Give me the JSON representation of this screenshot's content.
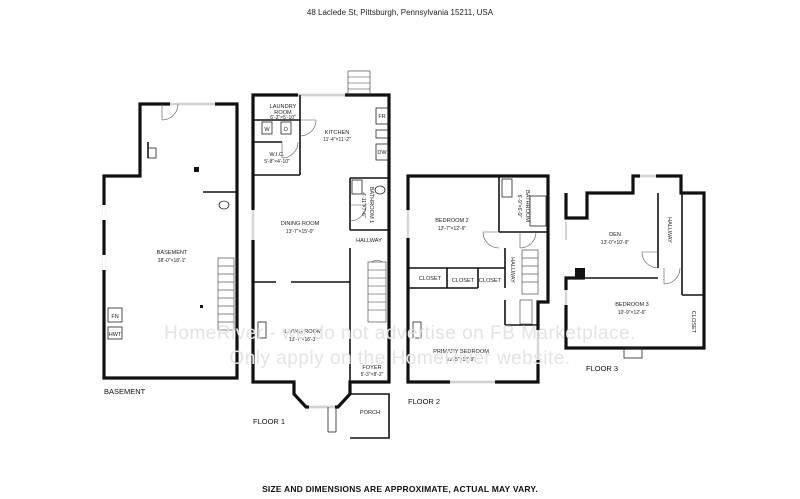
{
  "header": {
    "address": "48 Laclede St, Pittsburgh, Pennsylvania 15211, USA"
  },
  "footer": {
    "note": "SIZE AND DIMENSIONS ARE APPROXIMATE, ACTUAL MAY VARY."
  },
  "watermark": {
    "line1": "HomeRiver - we do not advertise on FB Marketplace.",
    "line2": "Only apply on the HomeRiver website."
  },
  "floors": {
    "basement": {
      "label": "BASEMENT"
    },
    "floor1": {
      "label": "FLOOR 1"
    },
    "floor2": {
      "label": "FLOOR 2"
    },
    "floor3": {
      "label": "FLOOR 3"
    }
  },
  "rooms": {
    "basement": {
      "name": "BASEMENT",
      "dims": "38'-0\"×18'-1\""
    },
    "laundry": {
      "name1": "LAUNDRY",
      "name2": "ROOM",
      "dims": "6'-3\"×5'-10\""
    },
    "kitchen": {
      "name": "KITCHEN",
      "dims": "11'-4\"×11'-2\""
    },
    "wic": {
      "name": "W.I.C.",
      "dims": "5'-8\"×4'-10\""
    },
    "dining": {
      "name": "DINING ROOM",
      "dims": "13'-7\"×15'-0\""
    },
    "bathroom1": {
      "name": "BATHROOM 1",
      "dims": "4'-11\"×7'-6\""
    },
    "hallway1": {
      "name": "HALLWAY"
    },
    "living": {
      "name": "LIVING ROOM",
      "dims": "13'-7\"×16'-3\""
    },
    "foyer": {
      "name": "FOYER",
      "dims": "5'-3\"×8'-2\""
    },
    "porch": {
      "name": "PORCH"
    },
    "bedroom2": {
      "name": "BEDROOM 2",
      "dims": "13'-7\"×12'-9\""
    },
    "bathroom2": {
      "name": "BATHROOM",
      "dims": "6'-9\"×6'-9\""
    },
    "hallway2": {
      "name": "HALLWAY"
    },
    "closet_a": {
      "name": "CLOSET"
    },
    "closet_b": {
      "name": "CLOSET"
    },
    "closet_c": {
      "name": "CLOSET"
    },
    "primary": {
      "name": "PRIMARY BEDROOM",
      "dims": "22'-5\"×12'-9\""
    },
    "den": {
      "name": "DEN",
      "dims": "13'-0\"×10'-9\""
    },
    "hallway3": {
      "name": "HALLWAY"
    },
    "bedroom3": {
      "name": "BEDROOM 3",
      "dims": "10'-9\"×12'-6\""
    },
    "closet3": {
      "name": "CLOSET"
    }
  },
  "fixtures": {
    "washer": "W",
    "dryer": "D",
    "fridge": "FR",
    "dishwasher": "DW",
    "furnace": "FN",
    "water_heater": "HWT"
  }
}
